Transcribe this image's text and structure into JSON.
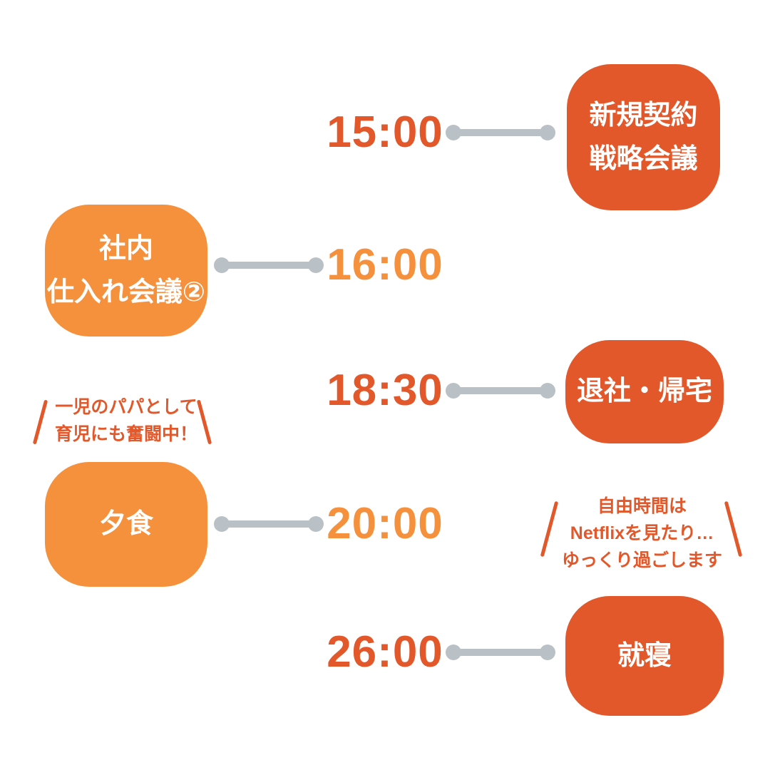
{
  "colors": {
    "dark_orange": "#E2582A",
    "light_orange": "#F5913D",
    "connector_gray": "#B9C0C6",
    "bubble_text": "#FFFFFF",
    "background": "#FFFFFF"
  },
  "entries": [
    {
      "time": "15:00",
      "shade": "dark",
      "side": "right",
      "label_lines": [
        "新規契約",
        "戦略会議"
      ]
    },
    {
      "time": "16:00",
      "shade": "light",
      "side": "left",
      "label_lines": [
        "社内",
        "仕入れ会議②"
      ]
    },
    {
      "time": "18:30",
      "shade": "dark",
      "side": "right",
      "label_lines": [
        "退社・帰宅"
      ]
    },
    {
      "time": "20:00",
      "shade": "light",
      "side": "left",
      "label_lines": [
        "夕食"
      ],
      "annotation": [
        "一児のパパとして",
        "育児にも奮闘中！"
      ]
    },
    {
      "time": "26:00",
      "shade": "dark",
      "side": "right",
      "label_lines": [
        "就寝"
      ],
      "annotation": [
        "自由時間は",
        "Netflixを見たり…",
        "ゆっくり過ごします"
      ]
    }
  ]
}
